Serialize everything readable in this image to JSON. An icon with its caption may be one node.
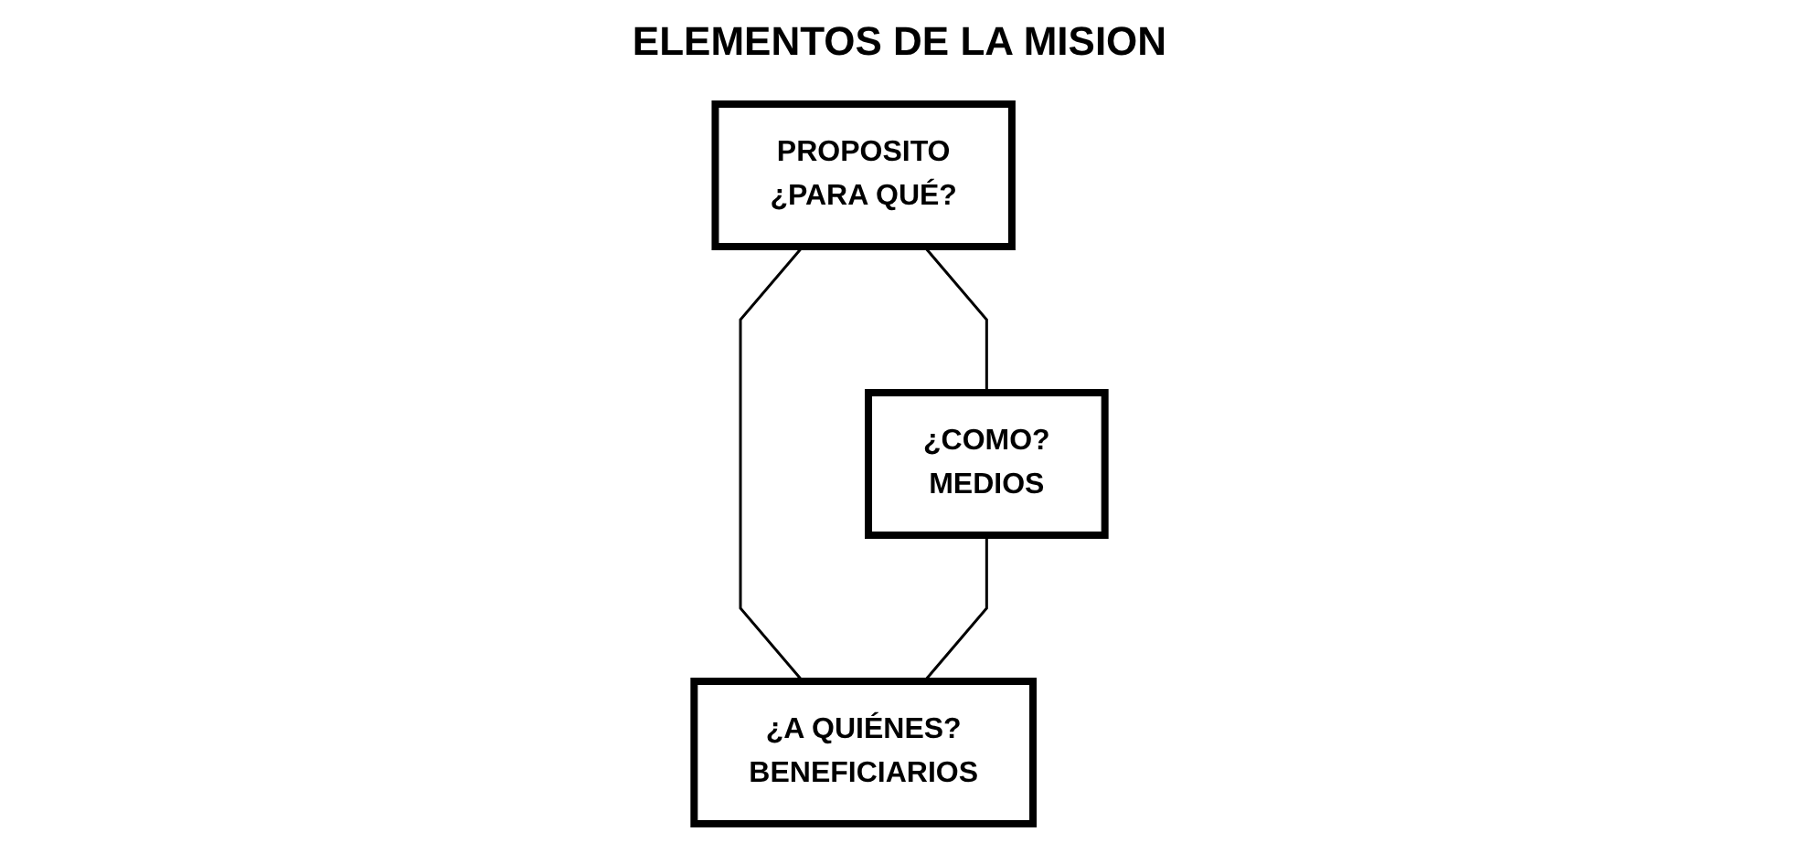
{
  "diagram": {
    "title": "ELEMENTOS DE LA MISION",
    "nodes": [
      {
        "text": [
          "PROPOSITO",
          "¿PARA QUÉ?"
        ]
      },
      {
        "text": [
          "¿COMO?",
          "MEDIOS"
        ]
      },
      {
        "text": [
          "¿A QUIÉNES?",
          "BENEFICIARIOS"
        ]
      }
    ],
    "edges": [
      {
        "from": 0,
        "to": 1,
        "arrow": "none"
      },
      {
        "from": 0,
        "to": 2,
        "arrow": "none"
      },
      {
        "from": 1,
        "to": 2,
        "arrow": "none"
      }
    ]
  }
}
